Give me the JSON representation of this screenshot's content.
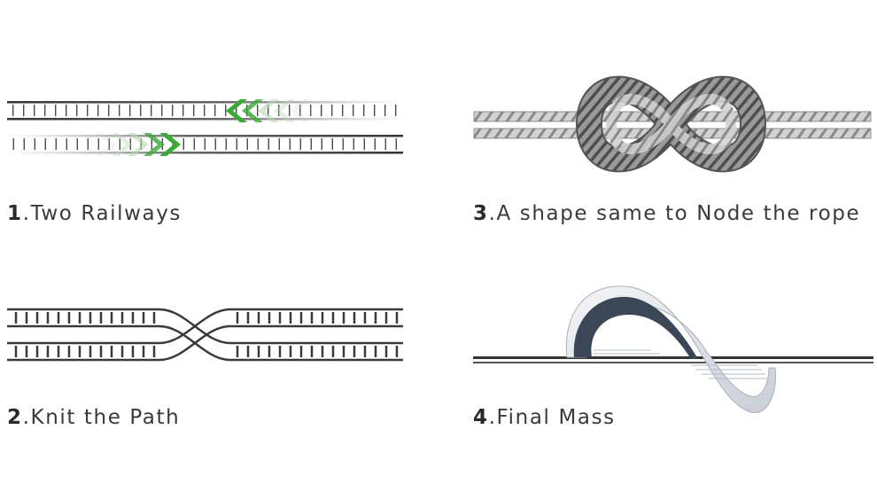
{
  "steps": [
    {
      "number": "1",
      "label": "Two Railways"
    },
    {
      "number": "2",
      "label": "Knit the Path"
    },
    {
      "number": "3",
      "label": "A shape same to Node the rope"
    },
    {
      "number": "4",
      "label": "Final Mass"
    }
  ],
  "colors": {
    "rail": "#3a3a3a",
    "arrow_green": "#3aaa35",
    "rope_light": "#c8c8c8",
    "rope_dark": "#6e6e6e",
    "mass_dark": "#3b4656",
    "mass_light": "#eef0f3"
  },
  "icons": [
    "railway-tracks-icon",
    "chevron-arrow-icon",
    "rope-knot-icon",
    "building-mass-icon"
  ]
}
